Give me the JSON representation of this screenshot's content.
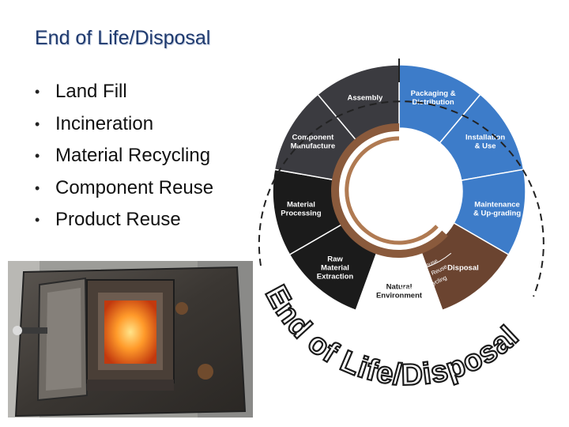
{
  "slide": {
    "title": "End of Life/Disposal",
    "bullets": [
      "Land Fill",
      "Incineration",
      "Material Recycling",
      "Component Reuse",
      "Product Reuse"
    ]
  },
  "diagram": {
    "segments": [
      {
        "lines": [
          "Packaging &",
          "Distribution"
        ],
        "color": "#3d7cc9"
      },
      {
        "lines": [
          "Installation",
          "& Use"
        ],
        "color": "#3d7cc9"
      },
      {
        "lines": [
          "Maintenance",
          "& Up-grading"
        ],
        "color": "#3d7cc9"
      },
      {
        "lines": [
          "Disposal"
        ],
        "color": "#6b4430"
      },
      {
        "lines": [
          "Natural",
          "Environment"
        ],
        "color": "#ffffff"
      },
      {
        "lines": [
          "Raw",
          "Material",
          "Extraction"
        ],
        "color": "#1b1b1b"
      },
      {
        "lines": [
          "Material",
          "Processing"
        ],
        "color": "#1b1b1b"
      },
      {
        "lines": [
          "Component",
          "Manufacture"
        ],
        "color": "#3b3b40"
      },
      {
        "lines": [
          "Assembly"
        ],
        "color": "#3b3b40"
      }
    ],
    "reuse_labels": [
      "Product Reuse",
      "Component Reuse",
      "Material Recycling"
    ],
    "arc_text": "End of Life/Disposal",
    "colors": {
      "blue": "#3d7cc9",
      "brown": "#6b4430",
      "black": "#1b1b1b",
      "charcoal": "#3b3b40"
    }
  },
  "photo": {
    "subject": "incinerator-furnace"
  }
}
